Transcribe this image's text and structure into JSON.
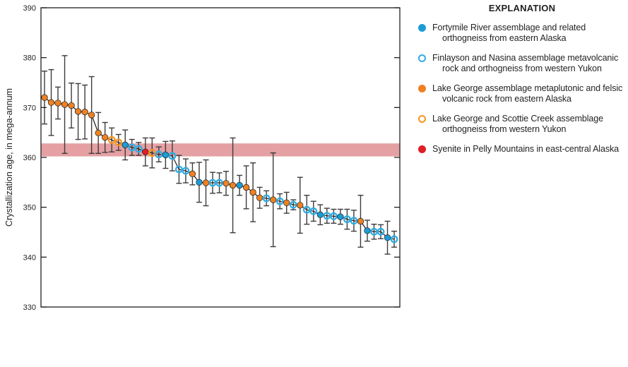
{
  "legend": {
    "title": "EXPLANATION",
    "items": [
      {
        "key": "fortymile",
        "marker": "filled",
        "color": "#1E9BD5",
        "lines": [
          "Fortymile River assemblage and related",
          "orthogneiss from eastern Alaska"
        ]
      },
      {
        "key": "finlayson_nasina",
        "marker": "open",
        "color": "#2FAEE4",
        "lines": [
          "Finlayson and Nasina assemblage metavolcanic",
          "rock and orthogneiss from western Yukon"
        ]
      },
      {
        "key": "lake_george",
        "marker": "filled",
        "color": "#EE8122",
        "lines": [
          "Lake George assemblage metaplutonic and felsic",
          "volcanic rock from eastern Alaska"
        ]
      },
      {
        "key": "lake_george_scottie",
        "marker": "open",
        "color": "#F7941E",
        "lines": [
          "Lake George and Scottie Creek assemblage",
          "orthogneiss from western Yukon"
        ]
      },
      {
        "key": "syenite",
        "marker": "filled",
        "color": "#E01E26",
        "lines": [
          "Syenite in Pelly Mountains in east-central Alaska"
        ]
      }
    ]
  },
  "chart_data": {
    "type": "scatter",
    "title": "",
    "xlabel": "",
    "ylabel": "Crystallization age, in mega-annum",
    "ylim": [
      330,
      390
    ],
    "yticks": [
      390,
      380,
      370,
      360,
      350,
      340,
      330
    ],
    "x_axis": "samples ordered by decreasing age (no labels shown)",
    "grid": false,
    "band": {
      "from": 360.2,
      "to": 362.8,
      "color": "#E4A0A2"
    },
    "errorbar_color": "#3E3B3C",
    "line_color": "#231f20",
    "frame_color": "#231f20",
    "points": [
      {
        "s": "lake_george",
        "v": 372.0,
        "e": 5.3
      },
      {
        "s": "lake_george",
        "v": 371.0,
        "e": 6.6
      },
      {
        "s": "lake_george",
        "v": 370.9,
        "e": 3.2
      },
      {
        "s": "lake_george",
        "v": 370.6,
        "e": 9.8
      },
      {
        "s": "lake_george",
        "v": 370.4,
        "e": 4.5
      },
      {
        "s": "lake_george",
        "v": 369.2,
        "e": 5.6
      },
      {
        "s": "lake_george",
        "v": 369.1,
        "e": 5.4
      },
      {
        "s": "lake_george",
        "v": 368.5,
        "e": 7.7
      },
      {
        "s": "lake_george",
        "v": 364.9,
        "e": 4.1
      },
      {
        "s": "lake_george",
        "v": 364.0,
        "e": 3.0
      },
      {
        "s": "lake_george_scottie",
        "v": 363.5,
        "e": 2.4
      },
      {
        "s": "lake_george_scottie",
        "v": 363.0,
        "e": 1.6
      },
      {
        "s": "fortymile",
        "v": 362.5,
        "e": 3.0
      },
      {
        "s": "finlayson_nasina",
        "v": 362.0,
        "e": 1.6
      },
      {
        "s": "finlayson_nasina",
        "v": 361.7,
        "e": 1.3
      },
      {
        "s": "syenite",
        "v": 361.1,
        "e": 2.8
      },
      {
        "s": "lake_george_scottie",
        "v": 360.9,
        "e": 3.0
      },
      {
        "s": "finlayson_nasina",
        "v": 360.6,
        "e": 1.5
      },
      {
        "s": "fortymile",
        "v": 360.5,
        "e": 2.7
      },
      {
        "s": "finlayson_nasina",
        "v": 360.3,
        "e": 3.0
      },
      {
        "s": "finlayson_nasina",
        "v": 357.6,
        "e": 2.8
      },
      {
        "s": "finlayson_nasina",
        "v": 357.3,
        "e": 2.4
      },
      {
        "s": "lake_george",
        "v": 356.7,
        "e": 2.2
      },
      {
        "s": "fortymile",
        "v": 355.0,
        "e": 4.0
      },
      {
        "s": "lake_george",
        "v": 354.9,
        "e": 4.6
      },
      {
        "s": "finlayson_nasina",
        "v": 354.9,
        "e": 2.1
      },
      {
        "s": "finlayson_nasina",
        "v": 354.9,
        "e": 2.0
      },
      {
        "s": "lake_george",
        "v": 354.8,
        "e": 2.4
      },
      {
        "s": "lake_george",
        "v": 354.4,
        "e": 9.5
      },
      {
        "s": "fortymile",
        "v": 354.4,
        "e": 2.0
      },
      {
        "s": "lake_george",
        "v": 354.0,
        "e": 4.3
      },
      {
        "s": "lake_george",
        "v": 353.0,
        "e": 5.9
      },
      {
        "s": "lake_george",
        "v": 351.9,
        "e": 2.1
      },
      {
        "s": "finlayson_nasina",
        "v": 351.8,
        "e": 1.5
      },
      {
        "s": "lake_george",
        "v": 351.5,
        "e": 9.4
      },
      {
        "s": "finlayson_nasina",
        "v": 351.2,
        "e": 1.5
      },
      {
        "s": "lake_george",
        "v": 350.9,
        "e": 2.1
      },
      {
        "s": "finlayson_nasina",
        "v": 350.5,
        "e": 1.0
      },
      {
        "s": "lake_george",
        "v": 350.4,
        "e": 5.6
      },
      {
        "s": "finlayson_nasina",
        "v": 349.5,
        "e": 2.9
      },
      {
        "s": "finlayson_nasina",
        "v": 349.2,
        "e": 2.0
      },
      {
        "s": "fortymile",
        "v": 348.5,
        "e": 2.0
      },
      {
        "s": "finlayson_nasina",
        "v": 348.3,
        "e": 1.5
      },
      {
        "s": "finlayson_nasina",
        "v": 348.2,
        "e": 1.4
      },
      {
        "s": "fortymile",
        "v": 348.1,
        "e": 1.5
      },
      {
        "s": "finlayson_nasina",
        "v": 347.6,
        "e": 2.0
      },
      {
        "s": "finlayson_nasina",
        "v": 347.3,
        "e": 2.1
      },
      {
        "s": "lake_george",
        "v": 347.2,
        "e": 5.2
      },
      {
        "s": "fortymile",
        "v": 345.3,
        "e": 2.1
      },
      {
        "s": "finlayson_nasina",
        "v": 345.1,
        "e": 1.5
      },
      {
        "s": "finlayson_nasina",
        "v": 345.1,
        "e": 1.4
      },
      {
        "s": "fortymile",
        "v": 343.9,
        "e": 3.3
      },
      {
        "s": "finlayson_nasina",
        "v": 343.6,
        "e": 1.6
      }
    ]
  }
}
